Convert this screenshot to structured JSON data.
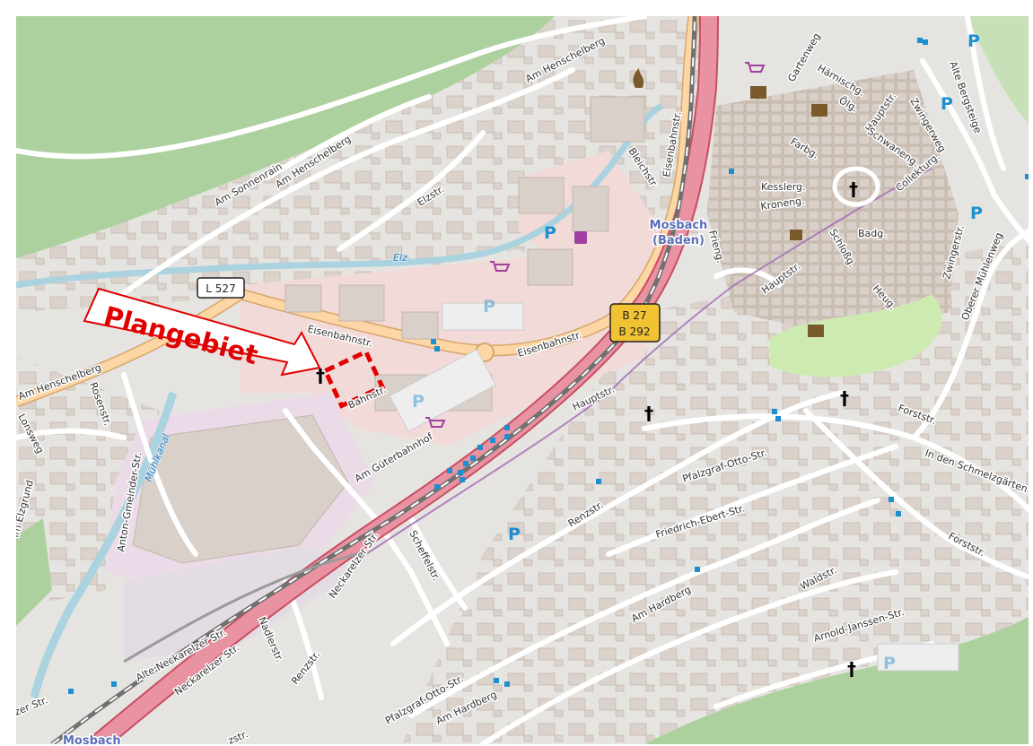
{
  "callout": {
    "label": "Plangebiet"
  },
  "town": {
    "line1": "Mosbach",
    "line2": "(Baden)",
    "bottom_partial": "Mosbach"
  },
  "water": {
    "river": "Elz",
    "canal": "Mühlkanal"
  },
  "shields": {
    "l527": "L 527",
    "b27": "B 27",
    "b292": "B 292"
  },
  "streets": {
    "am_henschelberg_top": "Am Henschelberg",
    "am_henschelberg_left": "Am Henschelberg",
    "am_henschelberg_mid": "Am Henschelberg",
    "am_sonnenrain": "Am Sonnenrain",
    "elzstr": "Elzstr.",
    "eisenbahnstr_left": "Eisenbahnstr.",
    "eisenbahnstr_mid": "Eisenbahnstr.",
    "eisenbahnstr_vertical": "Eisenbahnstr.",
    "bahnstr": "Bahnstr.",
    "bleichstr": "Bleichstr.",
    "rosenstr": "Rosenstr.",
    "lonsweg": "Lonsweg",
    "im_elzgrund": "Im Elzgrund",
    "anton_gmeinder_str": "Anton-Gmeinder-Str.",
    "am_gueterbahnhof": "Am Güterbahnhof",
    "neckarelzer_str_mid": "Neckarelzer Str.",
    "neckarelzer_str_low": "Neckarelzer Str.",
    "alte_neckarelzer_str": "Alte Neckarelzer Str.",
    "nadlerstr": "Nadlerstr.",
    "renzstr_low": "Renzstr.",
    "renzstr_mid": "Renzstr.",
    "scheffelstr": "Scheffelstr.",
    "hauptstr_low": "Hauptstr.",
    "hauptstr_old": "Hauptstr.",
    "hauptstr_top": "Hauptstr.",
    "pfalzgraf_otto_str_low": "Pfalzgraf-Otto-Str.",
    "pfalzgraf_otto_str_mid": "Pfalzgraf-Otto-Str.",
    "friedrich_ebert_str": "Friedrich-Ebert-Str.",
    "am_hardberg_low": "Am Hardberg",
    "am_hardberg_mid": "Am Hardberg",
    "waldstr": "Waldstr.",
    "arnold_janssen_str": "Arnold-Janssen-Str.",
    "forststr_a": "Forststr.",
    "forststr_b": "Forststr.",
    "in_den_schmelzgaerten": "In den Schmelzgärten",
    "oberer_muehlenweg": "Oberer Mühlenweg",
    "zwingerstr": "Zwingerstr.",
    "zwingerweg": "Zwingerweg",
    "alte_bergsteige": "Alte Bergsteige",
    "gartenweg": "Gartenweg",
    "haernischg": "Härnischg.",
    "oelg": "Ölg.",
    "farbg": "Farbg.",
    "schwaneng": "Schwaneng.",
    "kesslerg": "Kesslerg.",
    "kroneng": "Kroneng.",
    "collekturg": "Collekturg.",
    "badg": "Badg.",
    "schlossg": "Schloßg.",
    "heug": "Heug.",
    "frieng": "Frieng.",
    "zer_str": "zer Str.",
    "zstr": "zstr."
  },
  "icons": {
    "church": "†",
    "parking": "P",
    "shop": "cart",
    "library": "book",
    "fire_station": "fire",
    "gift_shop": "gift",
    "castle": "castle"
  },
  "colors": {
    "background": "#f2efe9",
    "forest": "#add19e",
    "residential": "#e0dfdf",
    "commercial": "#f2dad9",
    "industrial": "#ebdbe8",
    "building": "#d9d0c9",
    "water": "#aad3df",
    "trunk_road": "#e892a2",
    "secondary_road": "#fcd6a4",
    "railway": "#707070",
    "callout_red": "#e00000"
  }
}
